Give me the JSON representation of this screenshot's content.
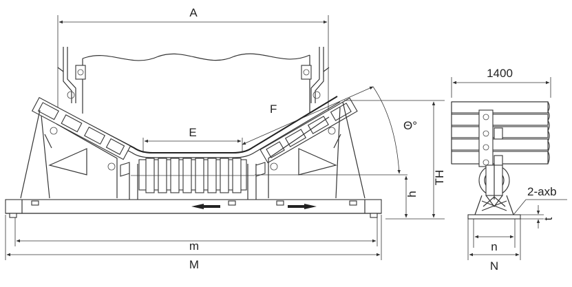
{
  "labels": {
    "A": "A",
    "E": "E",
    "F": "F",
    "angle": "Θ°",
    "h": "h",
    "TH": "TH",
    "m": "m",
    "M": "M",
    "side_width": "1400",
    "hole": "2-axb",
    "t": "t",
    "n": "n",
    "N": "N"
  }
}
